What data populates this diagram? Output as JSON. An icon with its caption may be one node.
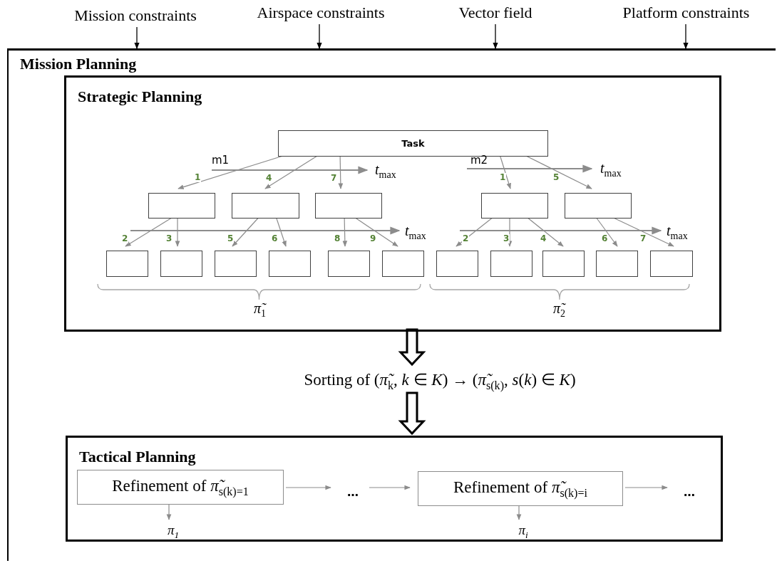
{
  "diagram": {
    "nodes": [
      {
        "text": [
          "Mission constraints"
        ]
      },
      {
        "text": [
          "Airspace constraints"
        ]
      },
      {
        "text": [
          "Vector field"
        ]
      },
      {
        "text": [
          "Platform constraints"
        ]
      },
      {
        "text": [
          "Mission Planning"
        ]
      },
      {
        "text": [
          "Strategic Planning"
        ],
        "in": 4
      },
      {
        "text": [
          "Task"
        ],
        "in": 5
      },
      {
        "text": [],
        "shape": "box",
        "in": 5
      },
      {
        "text": [],
        "shape": "box",
        "in": 5
      },
      {
        "text": [],
        "shape": "box",
        "in": 5
      },
      {
        "text": [],
        "shape": "box",
        "in": 5
      },
      {
        "text": [],
        "shape": "box",
        "in": 5
      },
      {
        "text": [],
        "shape": "box",
        "in": 5
      },
      {
        "text": [],
        "shape": "box",
        "in": 5
      },
      {
        "text": [],
        "shape": "box",
        "in": 5
      },
      {
        "text": [],
        "shape": "box",
        "in": 5
      },
      {
        "text": [],
        "shape": "box",
        "in": 5
      },
      {
        "text": [],
        "shape": "box",
        "in": 5
      },
      {
        "text": [],
        "shape": "box",
        "in": 5
      },
      {
        "text": [],
        "shape": "box",
        "in": 5
      },
      {
        "text": [],
        "shape": "box",
        "in": 5
      },
      {
        "text": [],
        "shape": "box",
        "in": 5
      },
      {
        "text": [],
        "shape": "box",
        "in": 5
      },
      {
        "text": [
          "Sorting of (*π̃*$_{k}$, *k* ∈ *K*) → (*π̃*$_{s(k)}$, *s*(*k*) ∈ *K*)"
        ],
        "in": 4
      },
      {
        "text": [
          "Tactical Planning"
        ],
        "in": 4
      },
      {
        "text": [
          "Refinement of *π̃*$_{s(k)=1}$"
        ],
        "in": 24
      },
      {
        "text": [
          "…"
        ],
        "in": 24
      },
      {
        "text": [
          "Refinement of *π̃*$_{s(k)=i}$"
        ],
        "in": 24
      },
      {
        "text": [
          "…"
        ],
        "in": 24
      },
      {
        "text": [
          "*π*$_{1}$"
        ],
        "in": 24
      },
      {
        "text": [
          "*π*$_{i}$"
        ],
        "in": 24
      }
    ],
    "edges": [
      {
        "from": 0,
        "to": 4,
        "arrow": "to",
        "color": "#000000"
      },
      {
        "from": 1,
        "to": 4,
        "arrow": "to",
        "color": "#000000"
      },
      {
        "from": 2,
        "to": 4,
        "arrow": "to",
        "color": "#000000"
      },
      {
        "from": 3,
        "to": 4,
        "arrow": "to",
        "color": "#000000"
      },
      {
        "from": 6,
        "to": 7,
        "arrow": "to",
        "label": "1"
      },
      {
        "from": 6,
        "to": 8,
        "arrow": "to",
        "label": "4"
      },
      {
        "from": 6,
        "to": 9,
        "arrow": "to",
        "label": "7"
      },
      {
        "from": 6,
        "to": 10,
        "arrow": "to",
        "label": "1"
      },
      {
        "from": 6,
        "to": 11,
        "arrow": "to",
        "label": "5"
      },
      {
        "from": 7,
        "to": 12,
        "arrow": "to",
        "label": "2"
      },
      {
        "from": 7,
        "to": 13,
        "arrow": "to",
        "label": "3"
      },
      {
        "from": 8,
        "to": 14,
        "arrow": "to",
        "label": "5"
      },
      {
        "from": 8,
        "to": 15,
        "arrow": "to",
        "label": "6"
      },
      {
        "from": 9,
        "to": 16,
        "arrow": "to",
        "label": "8"
      },
      {
        "from": 9,
        "to": 17,
        "arrow": "to",
        "label": "9"
      },
      {
        "from": 10,
        "to": 18,
        "arrow": "to",
        "label": "2"
      },
      {
        "from": 10,
        "to": 19,
        "arrow": "to",
        "label": "3"
      },
      {
        "from": 10,
        "to": 20,
        "arrow": "to",
        "label": "4"
      },
      {
        "from": 11,
        "to": 21,
        "arrow": "to",
        "label": "6"
      },
      {
        "from": 11,
        "to": 22,
        "arrow": "to",
        "label": "7"
      },
      {
        "from": 5,
        "to": 23,
        "arrow": "to",
        "style": "thick",
        "color": "#000000"
      },
      {
        "from": 23,
        "to": 24,
        "arrow": "to",
        "style": "thick",
        "color": "#000000"
      },
      {
        "from": 25,
        "to": 26,
        "arrow": "to"
      },
      {
        "from": 26,
        "to": 27,
        "arrow": "to"
      },
      {
        "from": 27,
        "to": 28,
        "arrow": "to"
      },
      {
        "from": 25,
        "to": 29,
        "arrow": "to"
      },
      {
        "from": 27,
        "to": 30,
        "arrow": "to"
      }
    ],
    "labels": [
      "m1",
      "*t*$_{max}$",
      "m2",
      "*t*$_{max}$",
      "*t*$_{max}$",
      "*t*$_{max}$",
      "*π̃*$_{1}$",
      "*π̃*$_{2}$"
    ]
  }
}
